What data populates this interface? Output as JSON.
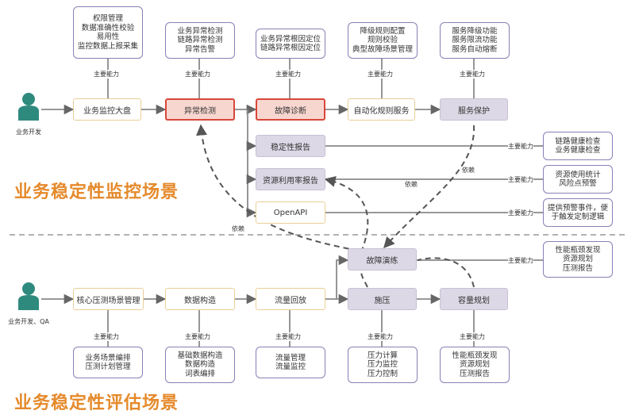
{
  "actors": {
    "top": "业务开发",
    "bottom": "业务开发、QA"
  },
  "titles": {
    "monitor": "业务稳定性监控场景",
    "assess": "业务稳定性评估场景"
  },
  "top_row": {
    "dashboard": "业务监控大盘",
    "anomaly": "异常检测",
    "diagnosis": "故障诊断",
    "auto_rules": "自动化规则服务",
    "protection": "服务保护"
  },
  "branch": {
    "report": "稳定性报告",
    "usage": "资源利用率报告",
    "openapi": "OpenAPI"
  },
  "top_notes": {
    "dashboard": [
      "权限管理",
      "数据准确性校验",
      "易用性",
      "监控数据上报采集"
    ],
    "anomaly": [
      "业务异常检测",
      "链路异常检测",
      "异常告警"
    ],
    "diagnosis": [
      "业务异常根因定位",
      "链路异常根因定位"
    ],
    "auto_rules": [
      "降级规则配置",
      "规则校验",
      "典型故障场景管理"
    ],
    "protection": [
      "服务降级功能",
      "服务限流功能",
      "服务自动熔断"
    ]
  },
  "right_notes": {
    "report": [
      "链路健康检查",
      "业务健康检查"
    ],
    "usage": [
      "资源使用统计",
      "风险点预警"
    ],
    "openapi": [
      "提供预警事件，便",
      "于触发定制逻辑"
    ],
    "drill": [
      "性能瓶颈发现",
      "资源规划",
      "压测报告"
    ]
  },
  "bottom_row": {
    "scenario": "核心压测场景管理",
    "construct": "数据构造",
    "replay": "流量回放",
    "pressure": "施压",
    "capacity": "容量规划",
    "drill": "故障演练"
  },
  "bottom_notes": {
    "scenario": [
      "业务场景编排",
      "压测计划管理"
    ],
    "construct": [
      "基础数据构造",
      "数据构造",
      "词表编排"
    ],
    "replay": [
      "流量管理",
      "流量监控"
    ],
    "pressure": [
      "压力计算",
      "压力监控",
      "压力控制"
    ],
    "capacity": [
      "性能瓶颈发现",
      "资源规划",
      "压测报告"
    ]
  },
  "labels": {
    "main_ability": "主要能力",
    "depends": "依赖"
  }
}
